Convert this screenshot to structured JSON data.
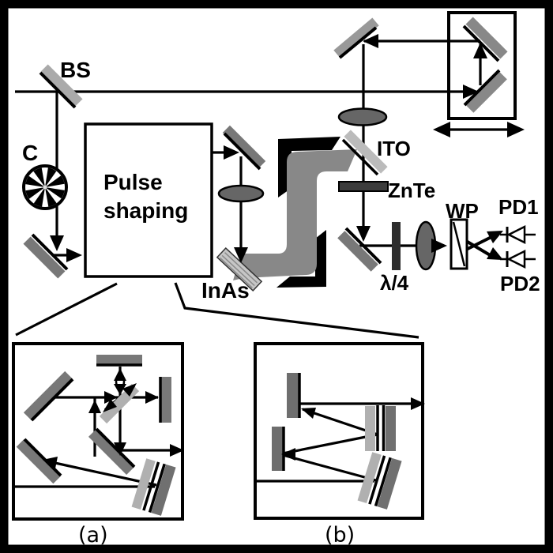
{
  "figure": {
    "title": "Optical setup schematic: pulse shaping and THz electro-optic sampling",
    "labels": {
      "beam_splitter": "BS",
      "chopper": "C",
      "pulse_shaping_line1": "Pulse",
      "pulse_shaping_line2": "shaping",
      "inas": "InAs",
      "ito": "ITO",
      "znte": "ZnTe",
      "quarter_waveplate": "λ/4",
      "wollaston_prism": "WP",
      "photodiode1": "PD1",
      "photodiode2": "PD2",
      "caption_a": "(a)",
      "caption_b": "(b)"
    },
    "colors": {
      "background": "#ffffff",
      "line": "#000000",
      "mirror": "#787878",
      "mirror_light": "#999999",
      "delay_mirror": "#888888",
      "beamsplitter_slab": "#aaaaaa",
      "ito_slab": "#bbbbbb",
      "inas_slab": "#c6c6c6",
      "inas_stripe": "#8a8a8a",
      "lens": "#666666",
      "znte_bar": "#3c3c3c",
      "waveplate_bar": "#2e2e2e",
      "thz_beam": "#888888",
      "chirped_light": "#b0b0b0",
      "chirped_dark": "#707070",
      "bar_mirror": "#6e6e6e"
    }
  }
}
